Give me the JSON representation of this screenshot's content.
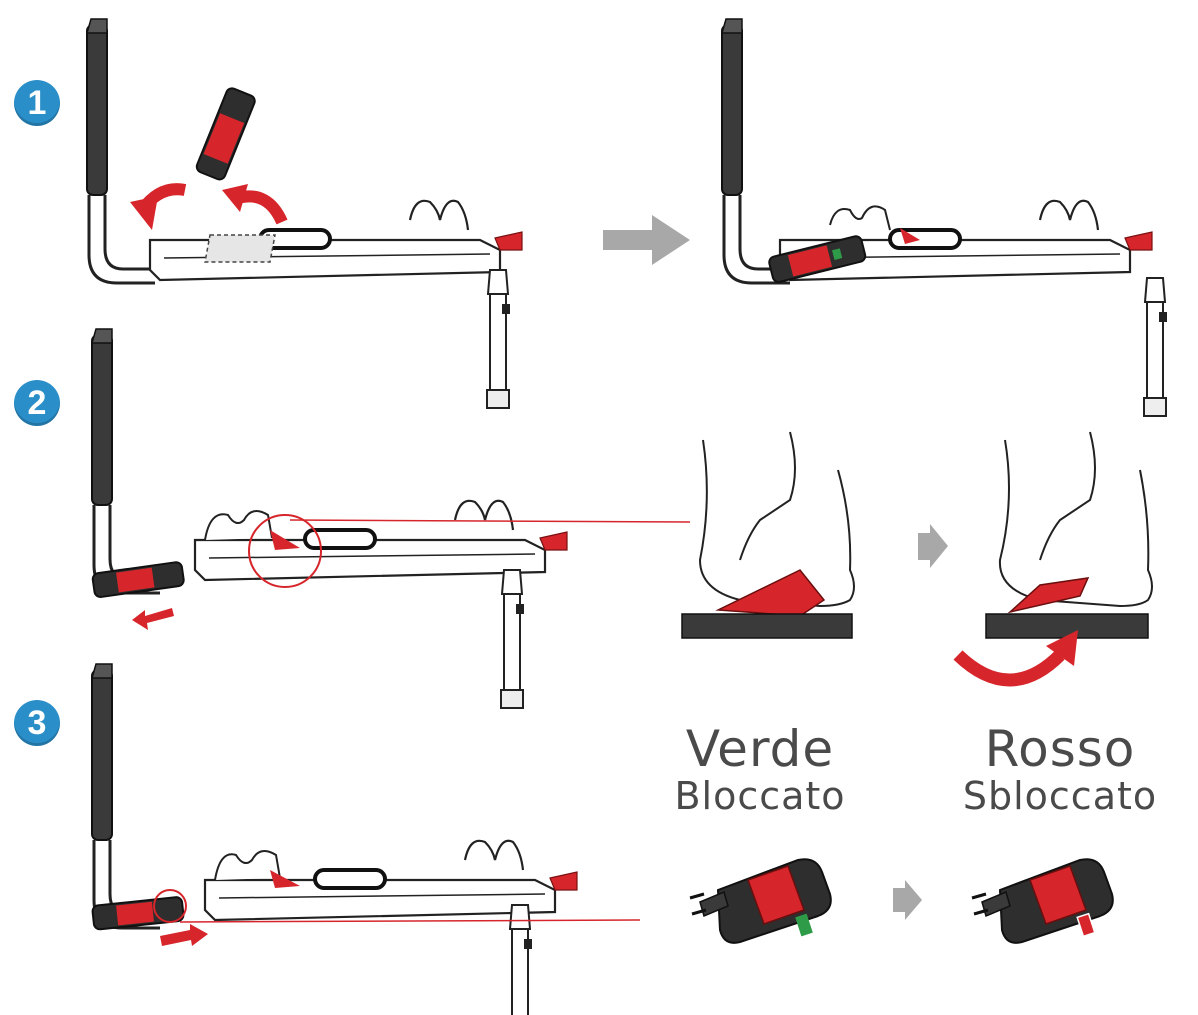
{
  "steps": [
    {
      "number": "1"
    },
    {
      "number": "2"
    },
    {
      "number": "3"
    }
  ],
  "captions": {
    "locked": {
      "color": "Verde",
      "state": "Bloccato"
    },
    "unlocked": {
      "color": "Rosso",
      "state": "Sbloccato"
    }
  },
  "colors": {
    "accent_red": "#d6262b",
    "step_blue": "#2a8fc9",
    "indicator_green": "#2e9b48",
    "arrow_gray": "#a8a8a8",
    "frame_dark": "#3a3a3a"
  },
  "icons": [
    "arrow-right-icon",
    "rotate-arrow-icon",
    "push-arrow-icon"
  ]
}
